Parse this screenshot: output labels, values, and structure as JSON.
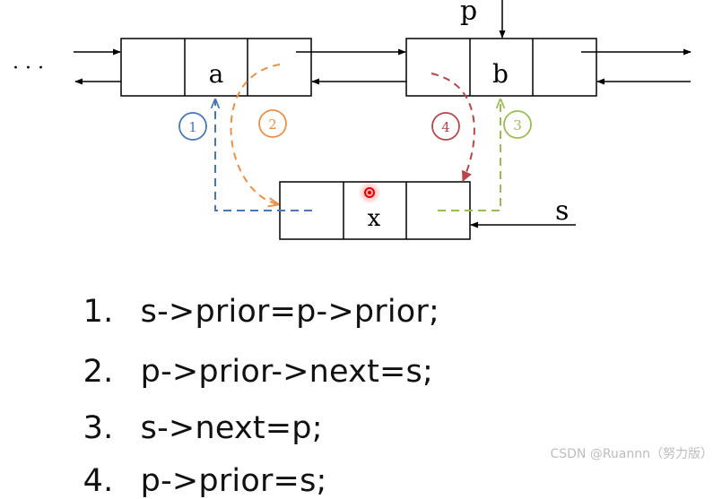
{
  "diagram": {
    "ellipsis": "· · ·",
    "node_a_label": "a",
    "node_b_label": "b",
    "node_x_label": "x",
    "pointer_p": "p",
    "pointer_s": "s",
    "step_markers": [
      "1",
      "2",
      "3",
      "4"
    ],
    "colors": {
      "step1": "#4a78b5",
      "step2": "#e8914a",
      "step3": "#9bbb59",
      "step4": "#b5484d",
      "cursor_dot": "#e00000"
    }
  },
  "steps": [
    {
      "number": "1.",
      "code": "s->prior=p->prior;"
    },
    {
      "number": "2.",
      "code": "p->prior->next=s;"
    },
    {
      "number": "3.",
      "code": "s->next=p;"
    },
    {
      "number": "4.",
      "code": "p->prior=s;"
    }
  ],
  "watermark": "CSDN @Ruannn（努力版）"
}
